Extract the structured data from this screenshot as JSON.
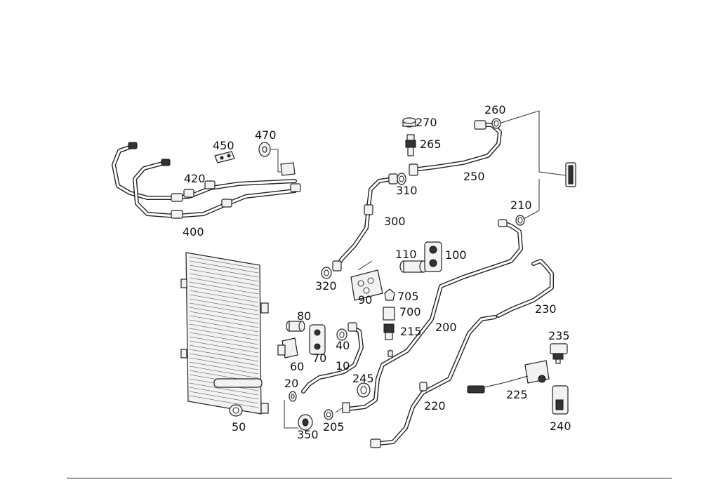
{
  "diagram": {
    "callouts": [
      {
        "id": "470",
        "text": "470"
      },
      {
        "id": "450",
        "text": "450"
      },
      {
        "id": "420",
        "text": "420"
      },
      {
        "id": "400",
        "text": "400"
      },
      {
        "id": "270",
        "text": "270"
      },
      {
        "id": "265",
        "text": "265"
      },
      {
        "id": "260",
        "text": "260"
      },
      {
        "id": "250",
        "text": "250"
      },
      {
        "id": "310",
        "text": "310"
      },
      {
        "id": "300",
        "text": "300"
      },
      {
        "id": "210",
        "text": "210"
      },
      {
        "id": "110",
        "text": "110"
      },
      {
        "id": "100",
        "text": "100"
      },
      {
        "id": "320",
        "text": "320"
      },
      {
        "id": "90",
        "text": "90"
      },
      {
        "id": "705",
        "text": "705"
      },
      {
        "id": "700",
        "text": "700"
      },
      {
        "id": "215",
        "text": "215"
      },
      {
        "id": "200",
        "text": "200"
      },
      {
        "id": "230",
        "text": "230"
      },
      {
        "id": "80",
        "text": "80"
      },
      {
        "id": "40",
        "text": "40"
      },
      {
        "id": "60",
        "text": "60"
      },
      {
        "id": "70",
        "text": "70"
      },
      {
        "id": "10",
        "text": "10"
      },
      {
        "id": "245",
        "text": "245"
      },
      {
        "id": "20",
        "text": "20"
      },
      {
        "id": "235",
        "text": "235"
      },
      {
        "id": "225",
        "text": "225"
      },
      {
        "id": "220",
        "text": "220"
      },
      {
        "id": "240",
        "text": "240"
      },
      {
        "id": "50",
        "text": "50"
      },
      {
        "id": "350",
        "text": "350"
      },
      {
        "id": "205",
        "text": "205"
      }
    ]
  }
}
